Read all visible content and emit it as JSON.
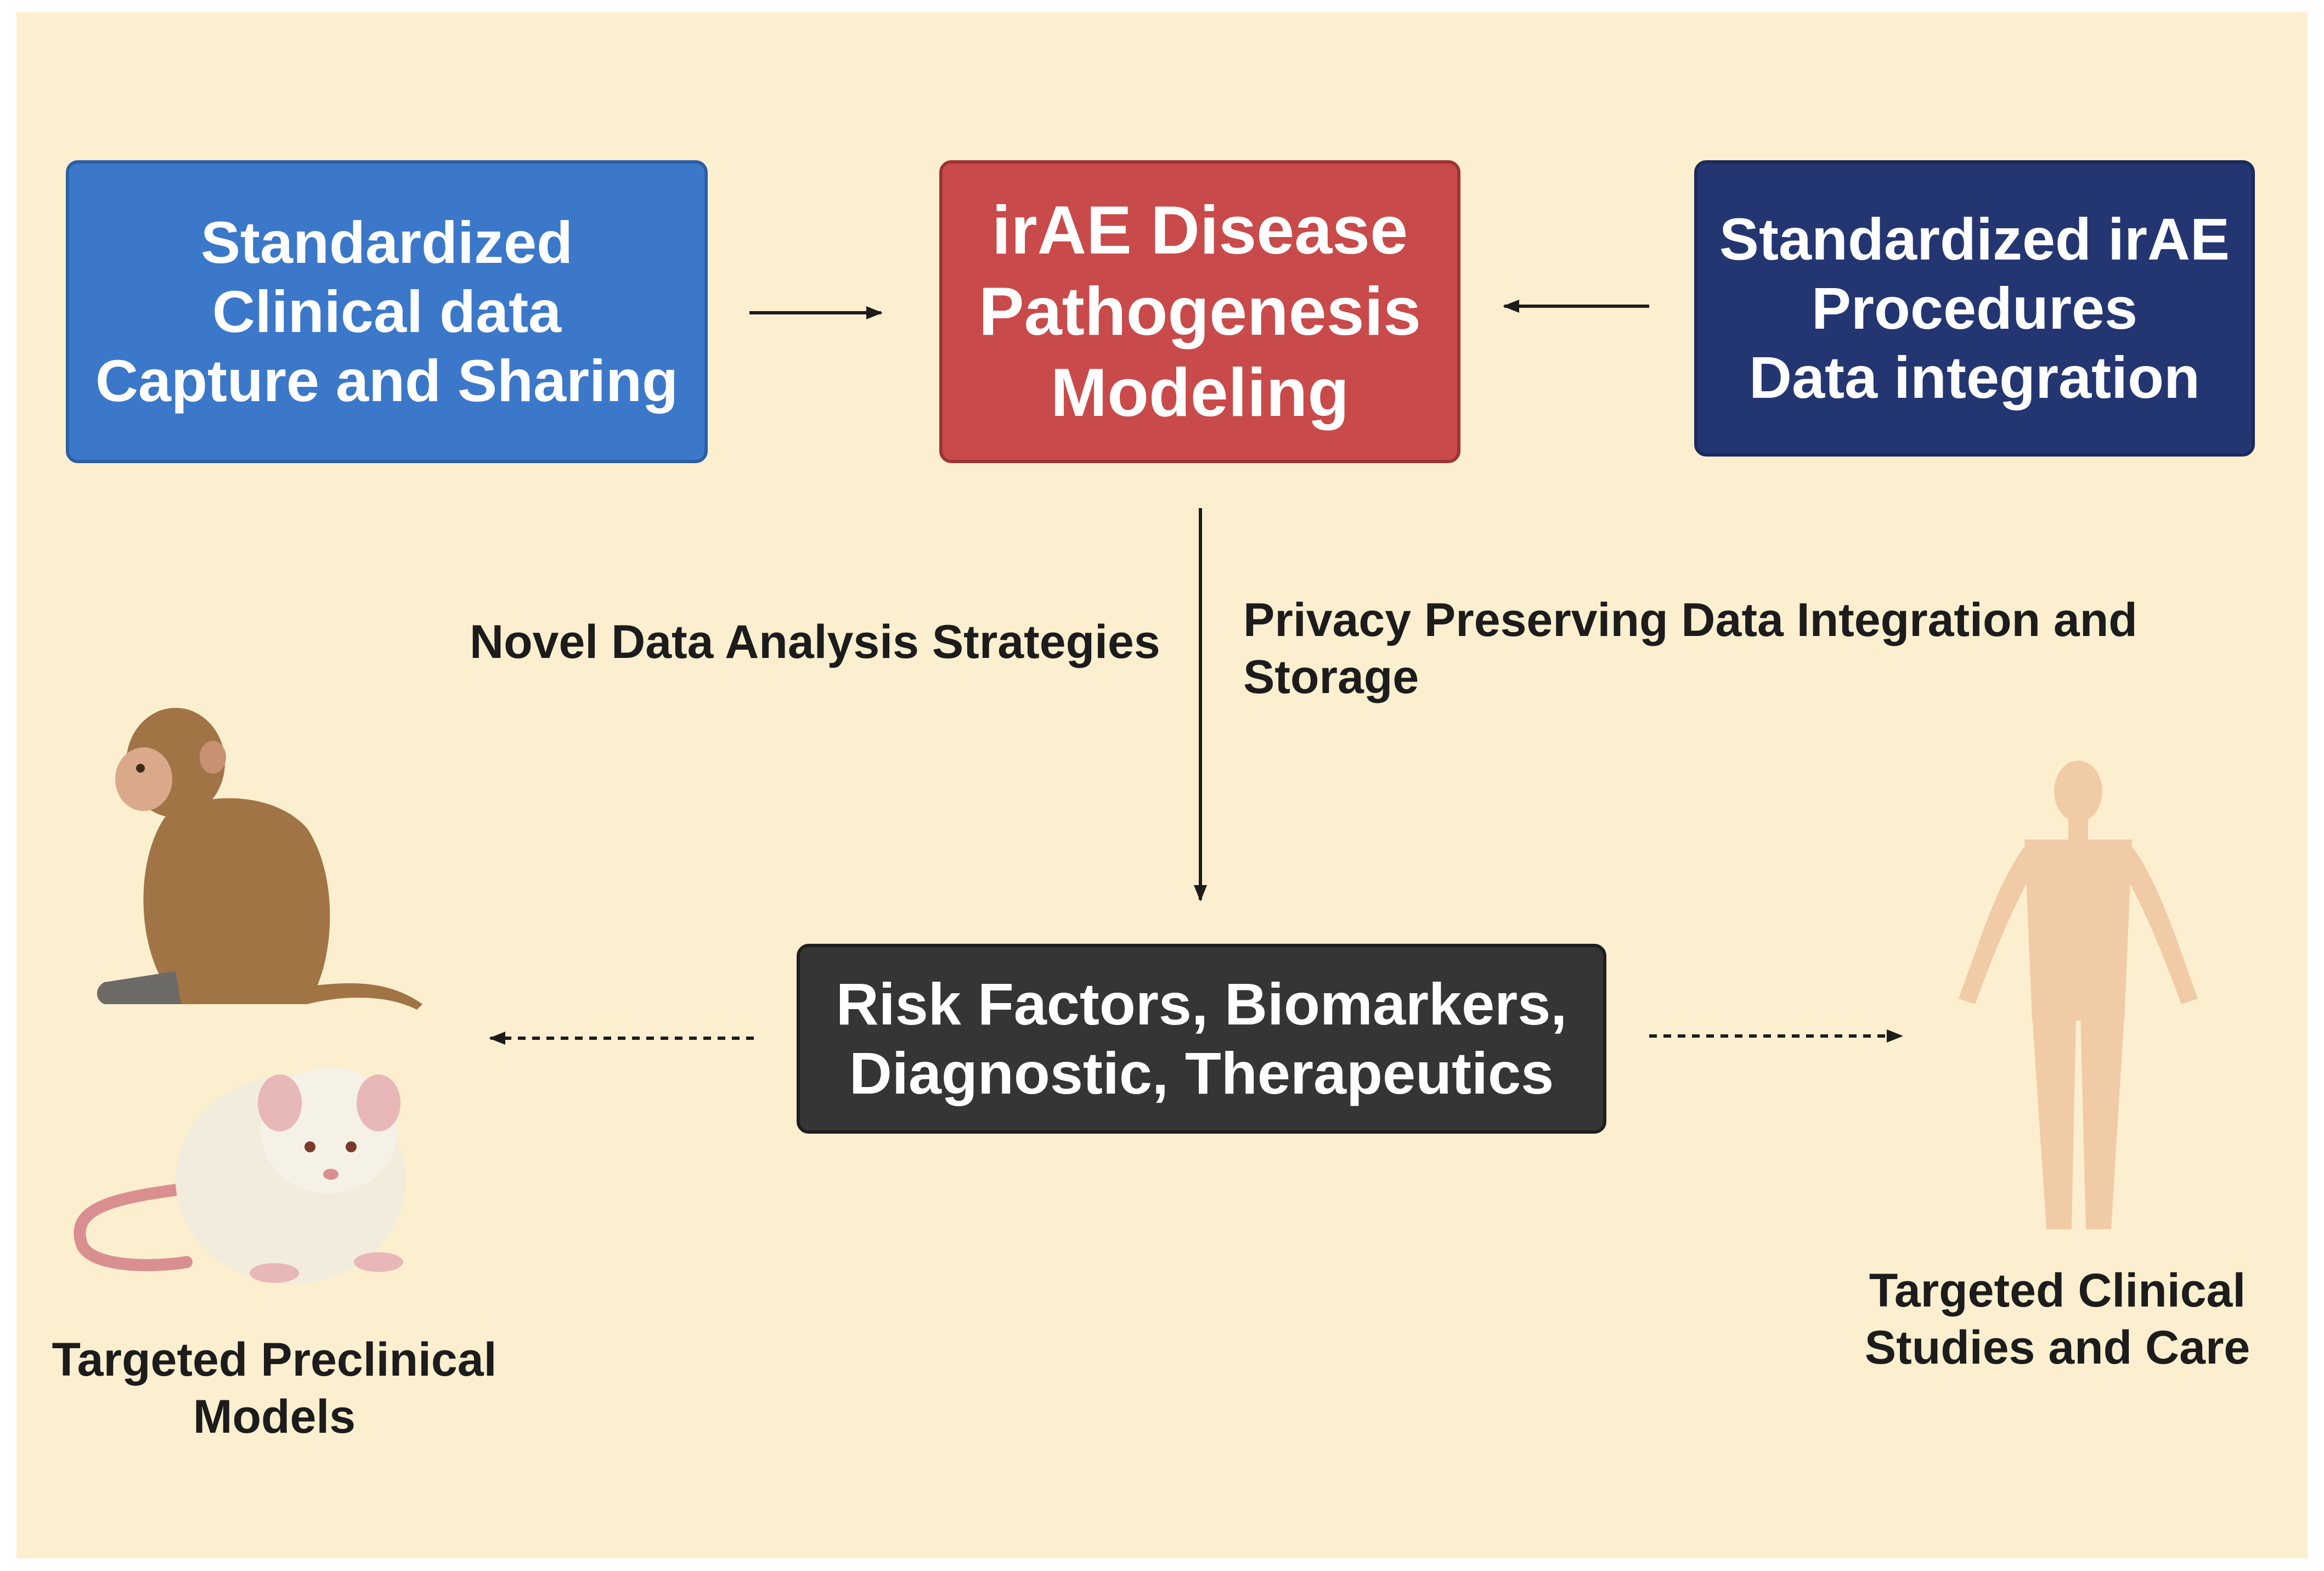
{
  "diagram": {
    "nodes": {
      "clinical_data": {
        "label": "Standardized\nClinical data\nCapture and Sharing",
        "color": "#3b78c9"
      },
      "pathogenesis": {
        "label": "irAE Disease\nPathogenesis\nModeling",
        "color": "#c94a4a"
      },
      "procedures": {
        "label": "Standardized irAE\nProcedures\nData integration",
        "color": "#243672"
      },
      "outcomes": {
        "label": "Risk Factors, Biomarkers,\nDiagnostic, Therapeutics",
        "color": "#353535"
      }
    },
    "edge_labels": {
      "novel_analysis": "Novel Data Analysis Strategies",
      "privacy": "Privacy Preserving Data Integration and\nStorage"
    },
    "targets": {
      "preclinical": {
        "label": "Targeted Preclinical\nModels",
        "icons": [
          "monkey-icon",
          "rat-icon"
        ]
      },
      "clinical": {
        "label": "Targeted Clinical\nStudies and Care",
        "icons": [
          "human-body-icon"
        ]
      }
    },
    "edges": [
      {
        "from": "clinical_data",
        "to": "pathogenesis",
        "style": "solid"
      },
      {
        "from": "procedures",
        "to": "pathogenesis",
        "style": "solid"
      },
      {
        "from": "pathogenesis",
        "to": "outcomes",
        "style": "solid"
      },
      {
        "from": "outcomes",
        "to": "preclinical",
        "style": "dashed"
      },
      {
        "from": "outcomes",
        "to": "clinical",
        "style": "dashed"
      }
    ],
    "background_color": "#fcefcf"
  }
}
